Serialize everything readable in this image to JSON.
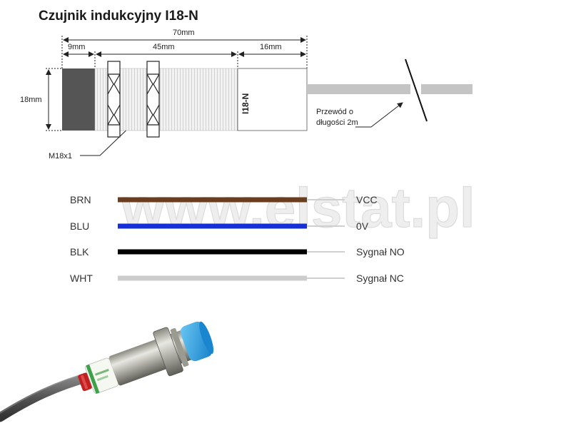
{
  "title": "Czujnik indukcyjny I18-N",
  "dimensions": {
    "total": "70mm",
    "head": "9mm",
    "thread": "45mm",
    "body": "16mm",
    "diameter": "18mm",
    "thread_spec": "M18x1"
  },
  "sensor_marking": "I18-N",
  "cable_note": [
    "Przewód o",
    "długości 2m"
  ],
  "wires": [
    {
      "code": "BRN",
      "signal": "VCC",
      "color": "#6b3d1f"
    },
    {
      "code": "BLU",
      "signal": "0V",
      "color": "#1530d8"
    },
    {
      "code": "BLK",
      "signal": "Sygnał NO",
      "color": "#000000"
    },
    {
      "code": "WHT",
      "signal": "Sygnał NC",
      "color": "#cccccc"
    }
  ],
  "watermark": "www.elstat.pl",
  "colors": {
    "head": "#555555",
    "cable": "#c4c4c4",
    "sensor_face": "#2aa0e0"
  }
}
